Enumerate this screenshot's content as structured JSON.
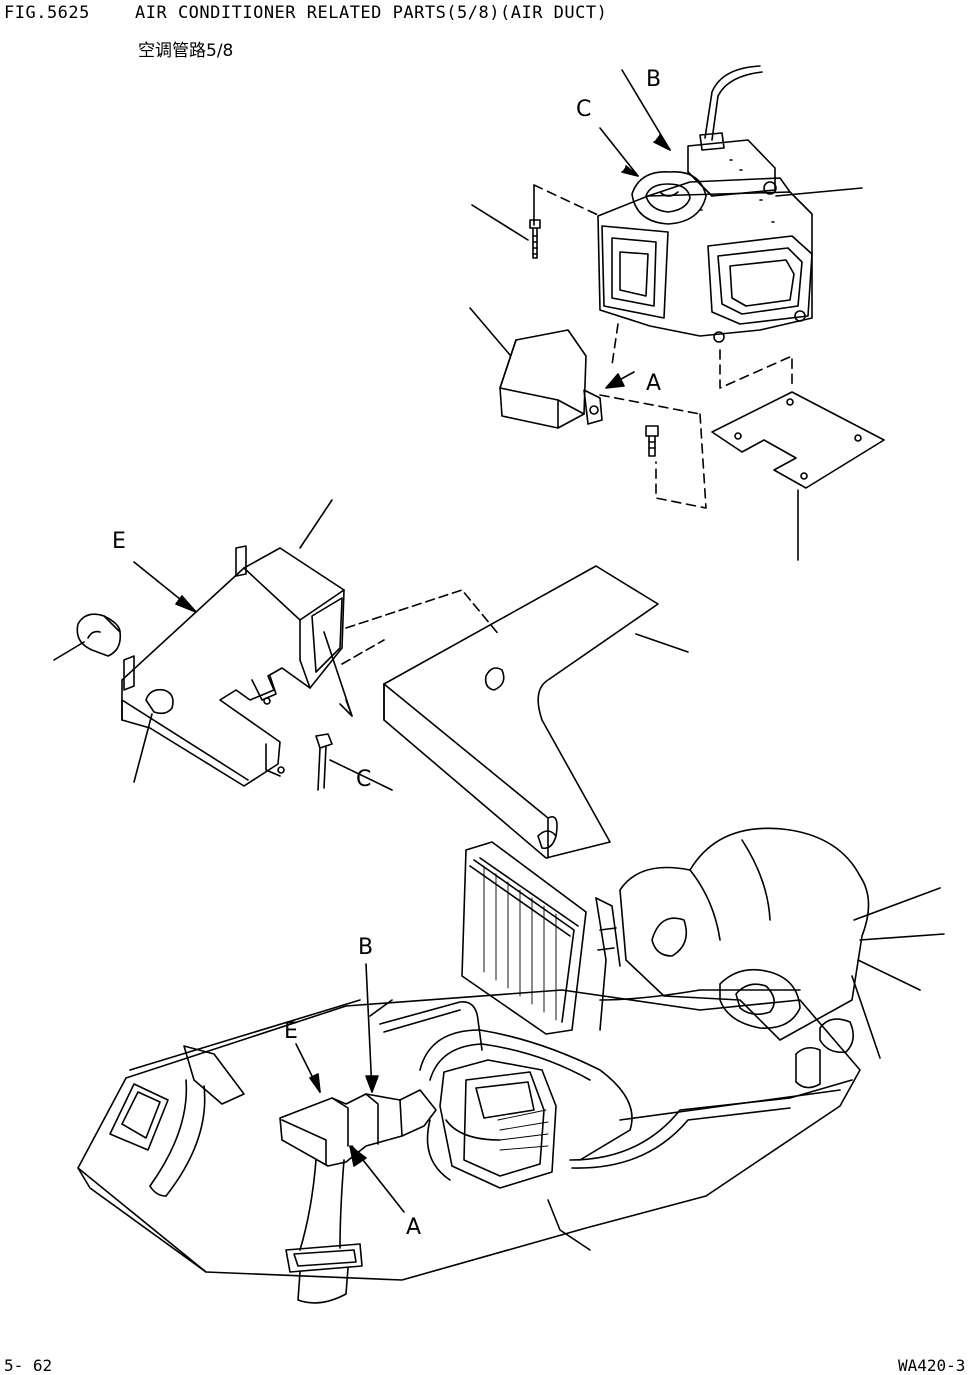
{
  "header": {
    "fig_number": "FIG.5625",
    "title": "AIR CONDITIONER RELATED PARTS(5/8)(AIR DUCT)",
    "subtitle": "空调管路5/8"
  },
  "footer": {
    "page_number": "5- 62",
    "model": "WA420-3"
  },
  "callouts": {
    "b_top": "B",
    "c_top": "C",
    "a_top": "A",
    "e_mid": "E",
    "c_mid": "C",
    "b_bottom": "B",
    "e_bottom": "E",
    "a_bottom": "A"
  }
}
